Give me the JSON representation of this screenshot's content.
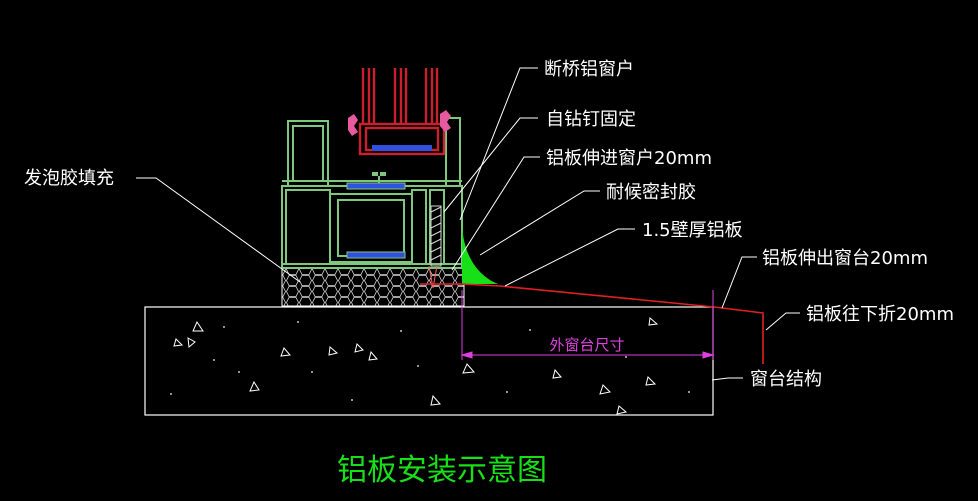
{
  "title": "铝板安装示意图",
  "labels": {
    "foam": "发泡胶填充",
    "window": "断桥铝窗户",
    "screw": "自钻钉固定",
    "plate_into": "铝板伸进窗户20mm",
    "sealant": "耐候密封胶",
    "plate_thickness": "1.5壁厚铝板",
    "plate_out": "铝板伸出窗台20mm",
    "plate_fold": "铝板往下折20mm",
    "sill_structure": "窗台结构"
  },
  "dimension": {
    "sill_size": "外窗台尺寸"
  },
  "colors": {
    "background": "#000000",
    "frame": "#7ec87e",
    "sealant": "#18e018",
    "glass": "#c8202e",
    "bead": "#e85aa0",
    "plate": "#e02020",
    "dimension": "#e040e0",
    "leader": "#ffffff",
    "title": "#18e018",
    "structure": "#ffffff",
    "glass_blue": "#3050e0"
  }
}
